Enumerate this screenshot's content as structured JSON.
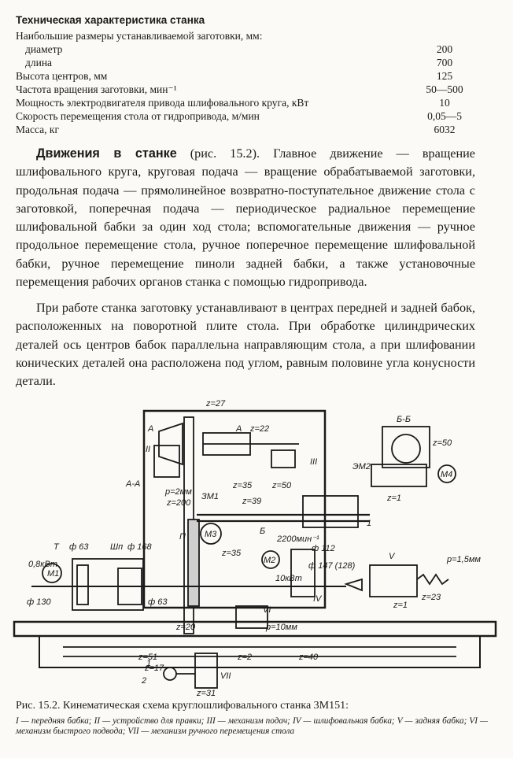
{
  "spec": {
    "title": "Техническая характеристика станка",
    "rows": [
      {
        "label": "Наибольшие размеры устанавливаемой заготовки, мм:",
        "value": ""
      },
      {
        "label": "диаметр",
        "value": "200"
      },
      {
        "label": "длина",
        "value": "700"
      },
      {
        "label": "Высота центров, мм",
        "value": "125"
      },
      {
        "label": "Частота вращения заготовки, мин⁻¹",
        "value": "50—500"
      },
      {
        "label": "Мощность электродвигателя привода шлифовального круга, кВт",
        "value": "10"
      },
      {
        "label": "Скорость перемещения стола от гидропривода, м/мин",
        "value": "0,05—5"
      },
      {
        "label": "Масса, кг",
        "value": "6032"
      }
    ]
  },
  "paragraphs": {
    "p1_bold": "Движения в станке",
    "p1_text": " (рис. 15.2). Главное движение — вращение шлифовального круга, круговая подача — вращение обрабатываемой заготовки, продольная подача — прямолинейное возвратно-поступательное движение стола с заготовкой, поперечная подача — периодическое радиальное перемещение шлифовальной бабки за один ход стола; вспомогательные движения — ручное продольное перемещение стола, ручное поперечное перемещение шлифовальной бабки, ручное перемещение пиноли задней бабки, а также установочные перемещения рабочих органов станка с помощью гидропривода.",
    "p2": "При работе станка заготовку устанавливают в центрах передней и задней бабок, расположенных на поворотной плите стола. При обработке цилиндрических деталей ось центров бабок параллельна направляющим стола, а при шлифовании конических деталей она расположена под углом, равным половине угла конусности детали."
  },
  "figure": {
    "labels": {
      "z27": "z=27",
      "a_left": "A",
      "a_right": "A",
      "z22": "z=22",
      "ii": "II",
      "aa": "А-А",
      "p2mm": "p=2мм",
      "z200": "z=200",
      "z35a": "z=35",
      "z50a": "z=50",
      "z39": "z=39",
      "m1_3": "ЗМ1",
      "m3": "М3",
      "z35b": "z=35",
      "p_label": "П",
      "iii": "III",
      "bb": "Б-Б",
      "z50b": "z=50",
      "em2": "ЭМ2",
      "m4": "М4",
      "z1a": "z=1",
      "one_arrow": "1",
      "b_label": "Б",
      "rpm": "2200мин⁻¹",
      "m2": "М2",
      "d112": "ф 112",
      "kw10": "10кВт",
      "d147": "ф 147 (128)",
      "iv": "IV",
      "t": "Т",
      "d63a": "ф 63",
      "shp": "Шп",
      "d168": "ф 168",
      "kw08": "0,8кВт",
      "m1": "М1",
      "d130": "ф 130",
      "d63b": "ф 63",
      "v": "V",
      "p15": "p=1,5мм",
      "z1b": "z=1",
      "z23": "z=23",
      "z20": "z=20",
      "vi": "VI",
      "p10": "p=10мм",
      "z2": "z=2",
      "z40": "z=40",
      "z51": "z=51",
      "z17": "z=17",
      "h1": "1",
      "h2": "2",
      "vii": "VII",
      "z31": "z=31"
    }
  },
  "caption": {
    "title": "Рис. 15.2. Кинематическая схема круглошлифовального станка 3М151:",
    "legend": "I — передняя бабка; II — устройство для правки; III — механизм подач; IV — шлифовальная бабка; V — задняя бабка; VI — механизм быстрого подвода; VII — механизм ручного перемещения стола"
  }
}
